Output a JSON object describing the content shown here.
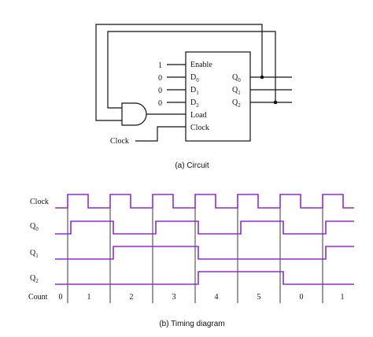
{
  "circuit": {
    "caption": "(a) Circuit",
    "block_inputs": [
      {
        "value": "1",
        "label": "Enable",
        "sub": ""
      },
      {
        "value": "0",
        "label": "D",
        "sub": "0"
      },
      {
        "value": "0",
        "label": "D",
        "sub": "1"
      },
      {
        "value": "0",
        "label": "D",
        "sub": "2"
      }
    ],
    "load_label": "Load",
    "clock_label": "Clock",
    "outputs": [
      {
        "label": "Q",
        "sub": "0"
      },
      {
        "label": "Q",
        "sub": "1"
      },
      {
        "label": "Q",
        "sub": "2"
      }
    ],
    "external_clock_label": "Clock"
  },
  "timing": {
    "caption": "(b) Timing diagram",
    "signal_labels": [
      {
        "label": "Clock",
        "sub": ""
      },
      {
        "label": "Q",
        "sub": "0"
      },
      {
        "label": "Q",
        "sub": "1"
      },
      {
        "label": "Q",
        "sub": "2"
      }
    ],
    "count_label": "Count",
    "count_values": [
      "0",
      "1",
      "2",
      "3",
      "4",
      "5",
      "0",
      "1"
    ],
    "waveform_color": "#8e2bd6",
    "line_color": "#111111"
  }
}
